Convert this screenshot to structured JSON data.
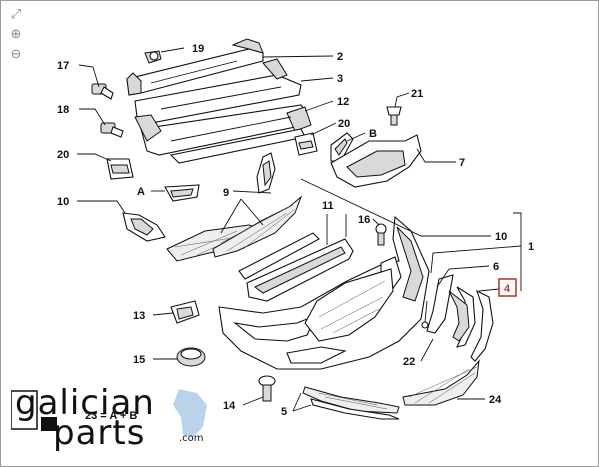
{
  "toolbar": {
    "expand_icon": "expand-icon",
    "zoom_in_icon": "zoom-in-icon",
    "zoom_out_icon": "zoom-out-icon"
  },
  "callouts": {
    "c1": "1",
    "c2": "2",
    "c3": "3",
    "c4": "4",
    "c5": "5",
    "c6": "6",
    "c7": "7",
    "c9": "9",
    "c10a": "10",
    "c10b": "10",
    "c11": "11",
    "c12": "12",
    "c13": "13",
    "c14": "14",
    "c15": "15",
    "c16": "16",
    "c17": "17",
    "c18": "18",
    "c19": "19",
    "c20a": "20",
    "c20b": "20",
    "c21": "21",
    "c22": "22",
    "c24": "24",
    "refA": "A",
    "refB": "B"
  },
  "highlight": {
    "selected_callout": "4",
    "color": "#c0392b"
  },
  "legend": {
    "text": "23 = A + B"
  },
  "watermark": {
    "line1": "galician",
    "line2": "parts",
    "suffix": ".com"
  }
}
